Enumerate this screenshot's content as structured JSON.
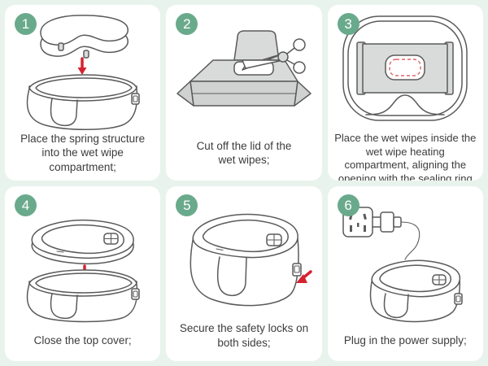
{
  "colors": {
    "background": "#e9f3ed",
    "panel": "#ffffff",
    "badge": "#6aaa8c",
    "stroke": "#5a5a5a",
    "fill_gray": "#d9dbdb",
    "fill_gray2": "#d0d2d2",
    "arrow_red": "#d42330",
    "dashed_red": "#e0646a",
    "text": "#3c3c3c"
  },
  "steps": [
    {
      "number": "1",
      "caption": "Place the spring structure into the wet wipe compartment;",
      "illustration": "spring-structure-into-compartment"
    },
    {
      "number": "2",
      "caption": "Cut off the lid of the wet wipes;",
      "illustration": "scissors-cut-wipes-lid"
    },
    {
      "number": "3",
      "caption": "Place the wet wipes inside the wet wipe heating compartment, aligning the opening with the sealing ring opening of the compartment;",
      "illustration": "wipes-aligned-in-compartment-top-view"
    },
    {
      "number": "4",
      "caption": "Close the top cover;",
      "illustration": "close-top-cover"
    },
    {
      "number": "5",
      "caption": "Secure the safety locks on both sides;",
      "illustration": "secure-safety-locks"
    },
    {
      "number": "6",
      "caption": "Plug in the power supply;",
      "illustration": "plug-in-power-supply"
    }
  ]
}
